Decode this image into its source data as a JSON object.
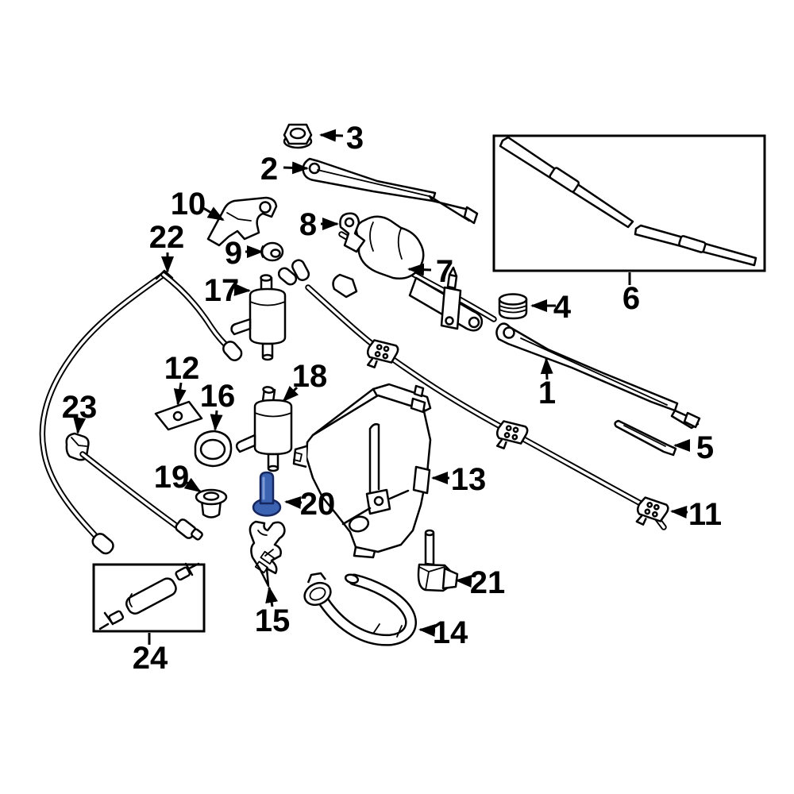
{
  "diagram": {
    "background": "#ffffff",
    "line_color": "#000000",
    "highlight_color": "#3c63b2",
    "highlight_stroke": "#16265e",
    "highlighted_part": "20"
  },
  "labels": [
    {
      "num": "1"
    },
    {
      "num": "2"
    },
    {
      "num": "3"
    },
    {
      "num": "4"
    },
    {
      "num": "5"
    },
    {
      "num": "6"
    },
    {
      "num": "7"
    },
    {
      "num": "8"
    },
    {
      "num": "9"
    },
    {
      "num": "10"
    },
    {
      "num": "11"
    },
    {
      "num": "12"
    },
    {
      "num": "13"
    },
    {
      "num": "14"
    },
    {
      "num": "15"
    },
    {
      "num": "16"
    },
    {
      "num": "17"
    },
    {
      "num": "18"
    },
    {
      "num": "19"
    },
    {
      "num": "20"
    },
    {
      "num": "21"
    },
    {
      "num": "22"
    },
    {
      "num": "23"
    },
    {
      "num": "24"
    }
  ]
}
